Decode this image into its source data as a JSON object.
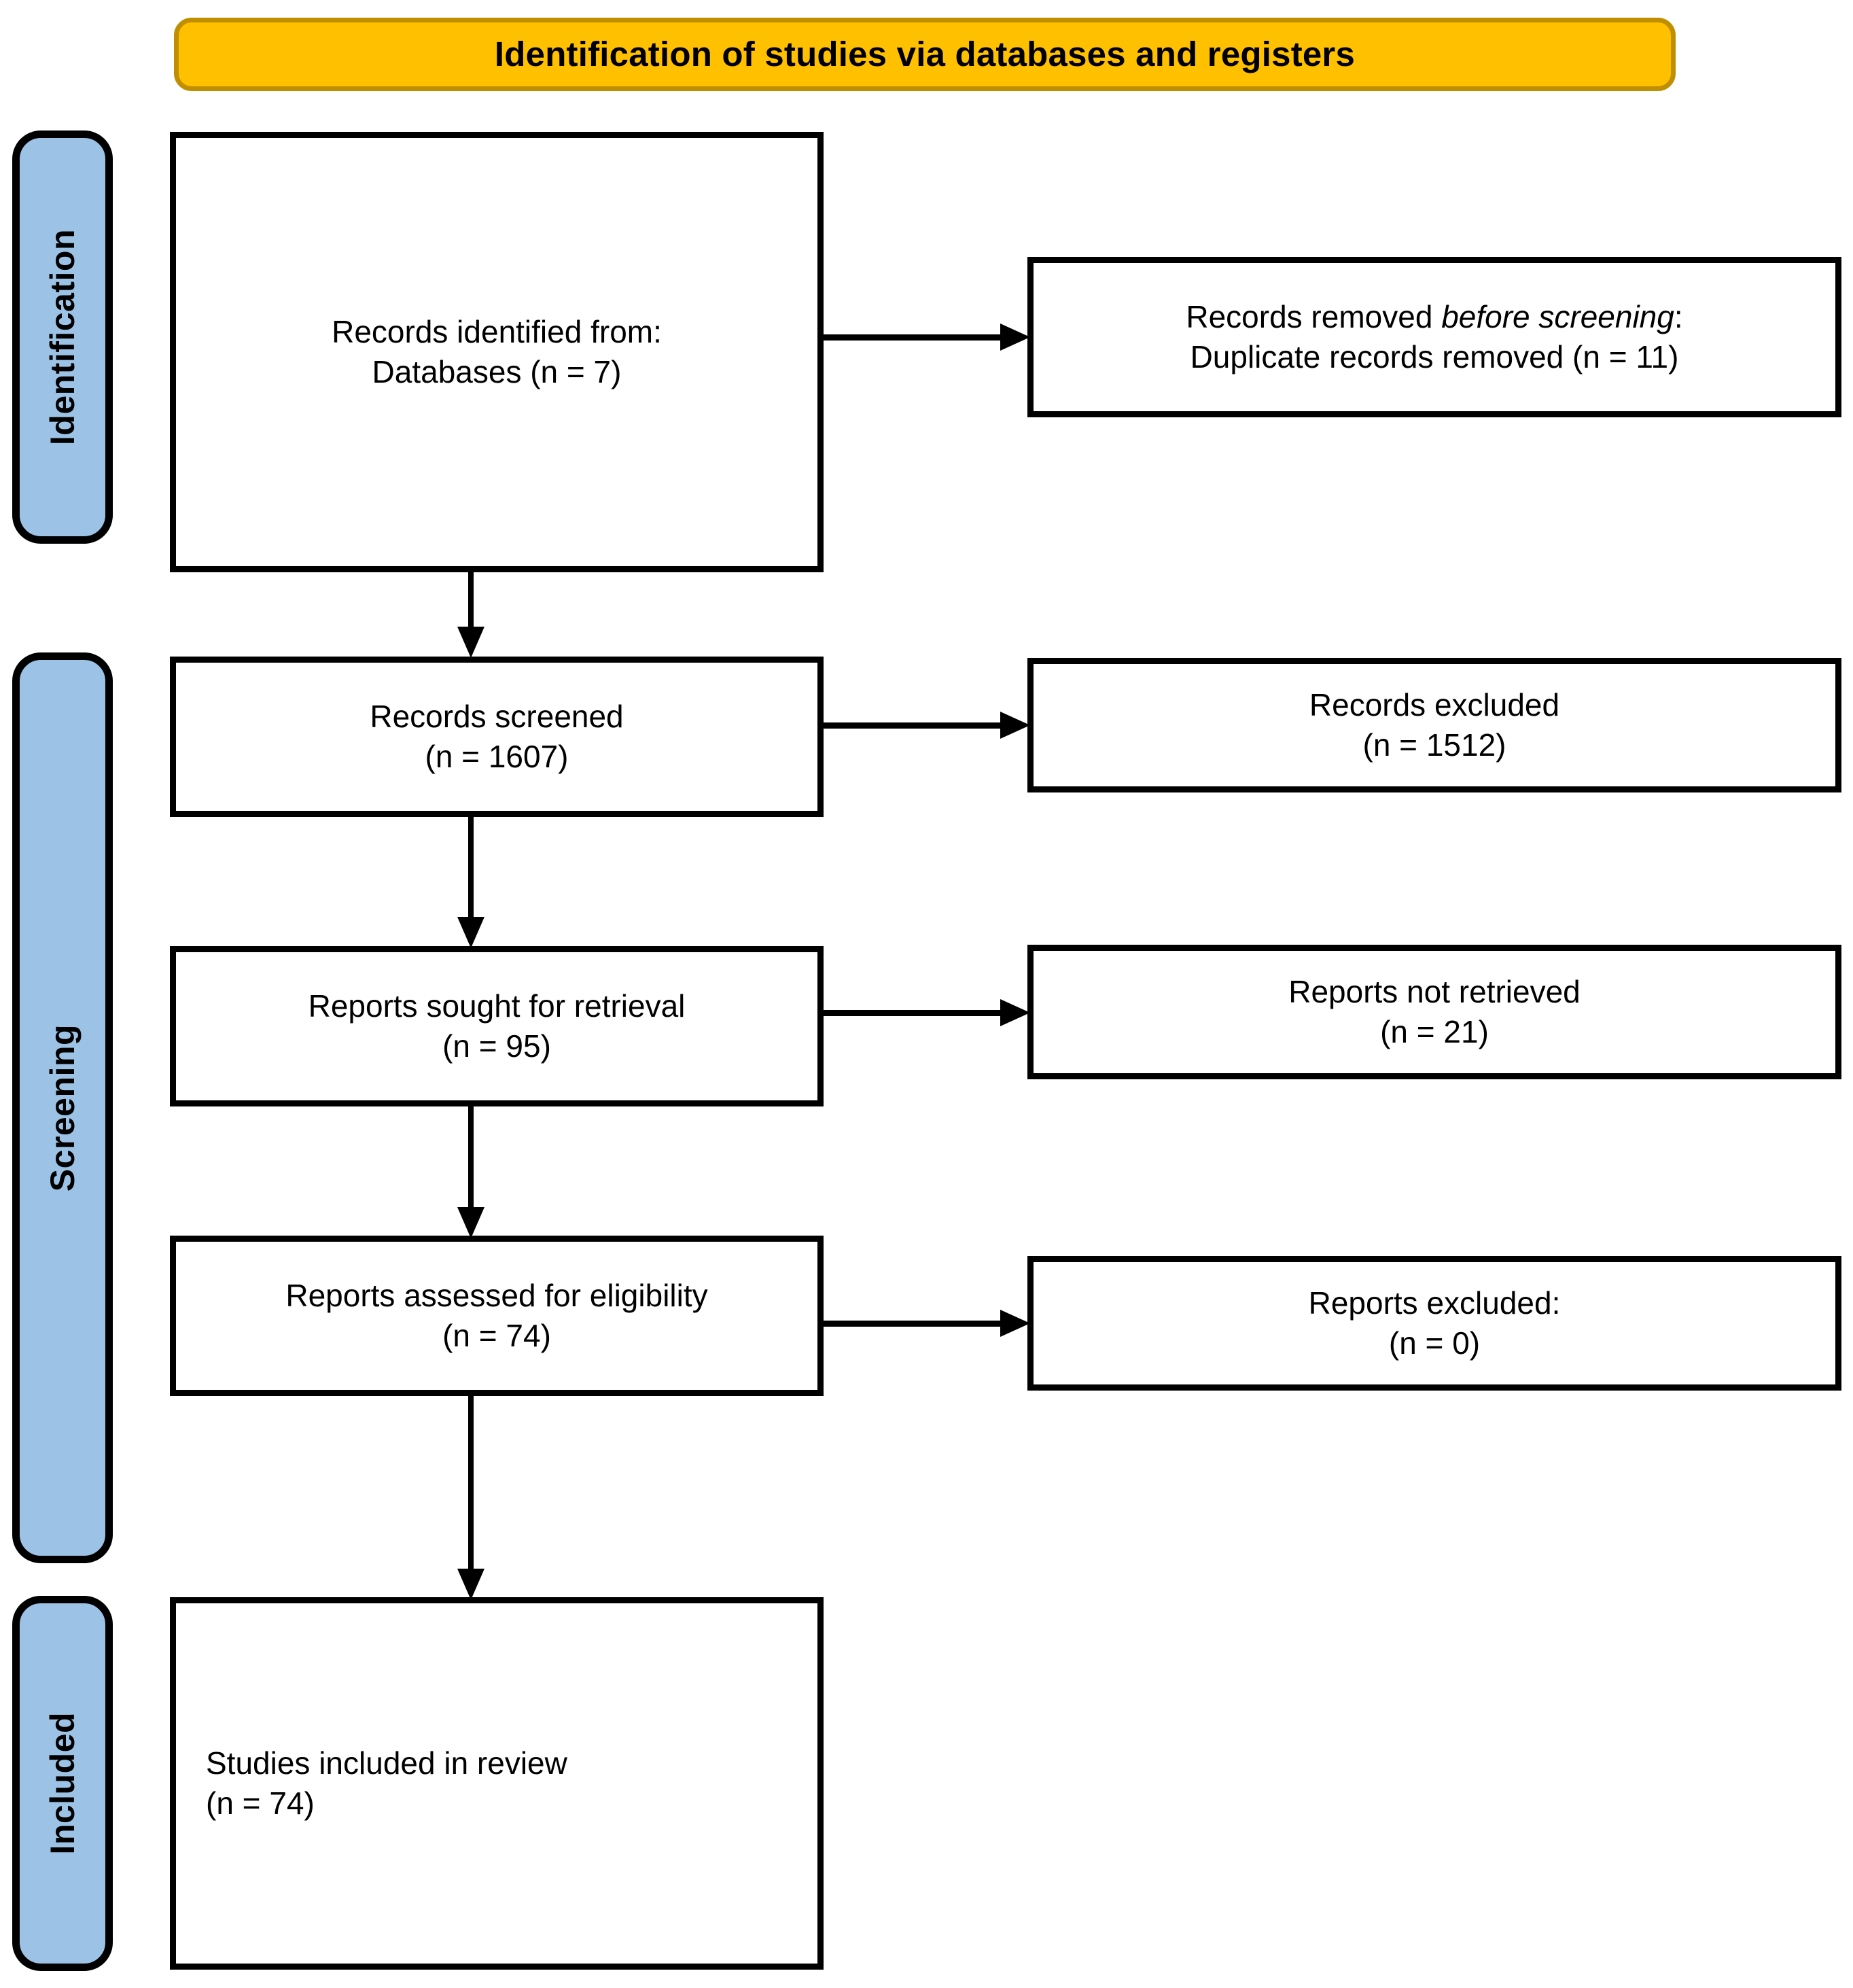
{
  "banner": {
    "title": "Identification of studies via databases and registers"
  },
  "phases": [
    {
      "id": "identification",
      "label": "Identification"
    },
    {
      "id": "screening",
      "label": "Screening"
    },
    {
      "id": "included",
      "label": "Included"
    }
  ],
  "colors": {
    "banner_fill": "#FFC000",
    "banner_border": "#BF8F00",
    "phase_fill": "#9CC3E5",
    "box_border": "#000000",
    "box_fill": "#FFFFFF",
    "text": "#000000"
  },
  "boxes": {
    "identified": {
      "line1": "Records identified from:",
      "line2": "Databases (n = 7)"
    },
    "removed": {
      "line1_a": "Records removed ",
      "line1_italic": "before screening",
      "line1_b": ":",
      "line2": "Duplicate records removed (n = 11)"
    },
    "screened": {
      "line1": "Records screened",
      "line2": "(n = 1607)"
    },
    "excluded": {
      "line1": "Records excluded",
      "line2": "(n = 1512)"
    },
    "sought": {
      "line1": "Reports sought for retrieval",
      "line2": "(n = 95)"
    },
    "not_retrieved": {
      "line1": "Reports not retrieved",
      "line2": "(n = 21)"
    },
    "assessed": {
      "line1": "Reports assessed for eligibility",
      "line2": "(n = 74)"
    },
    "reports_excluded": {
      "line1": "Reports excluded:",
      "line2": "(n = 0)"
    },
    "included": {
      "line1": "Studies included in review",
      "line2": "(n = 74)"
    }
  },
  "flow_data": {
    "type": "prisma-flow",
    "records_identified_databases": 7,
    "duplicate_records_removed": 11,
    "records_screened": 1607,
    "records_excluded": 1512,
    "reports_sought_for_retrieval": 95,
    "reports_not_retrieved": 21,
    "reports_assessed_for_eligibility": 74,
    "reports_excluded": 0,
    "studies_included_in_review": 74
  }
}
